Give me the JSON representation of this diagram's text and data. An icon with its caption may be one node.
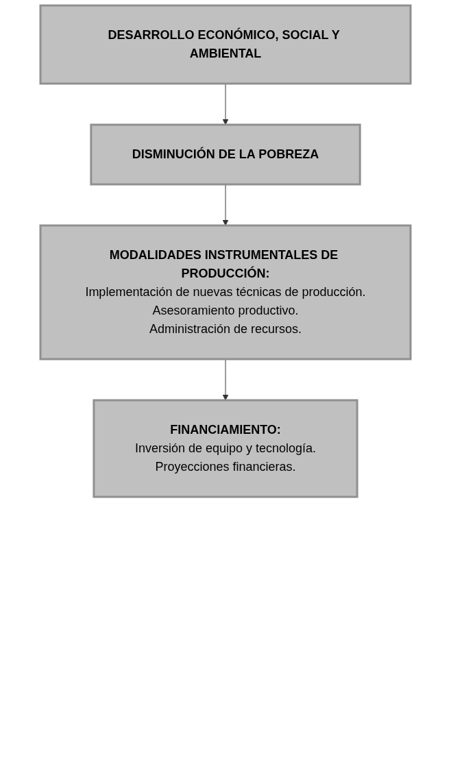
{
  "diagram": {
    "nodes": [
      {
        "text": [
          "DESARROLLO ECONÓMICO, SOCIAL Y AMBIENTAL"
        ]
      },
      {
        "text": [
          "DISMINUCIÓN DE LA POBREZA"
        ]
      },
      {
        "text": [
          "MODALIDADES INSTRUMENTALES DE PRODUCCIÓN:",
          "Implementación de nuevas técnicas de producción.",
          "Asesoramiento productivo.",
          "Administración de recursos."
        ]
      },
      {
        "text": [
          "FINANCIAMIENTO:",
          "Inversión de equipo y tecnología.",
          "Proyecciones financieras."
        ]
      }
    ],
    "edges": [
      {
        "from": 0,
        "to": 1,
        "arrow": "to"
      },
      {
        "from": 1,
        "to": 2,
        "arrow": "to"
      },
      {
        "from": 2,
        "to": 3,
        "arrow": "to"
      }
    ]
  }
}
